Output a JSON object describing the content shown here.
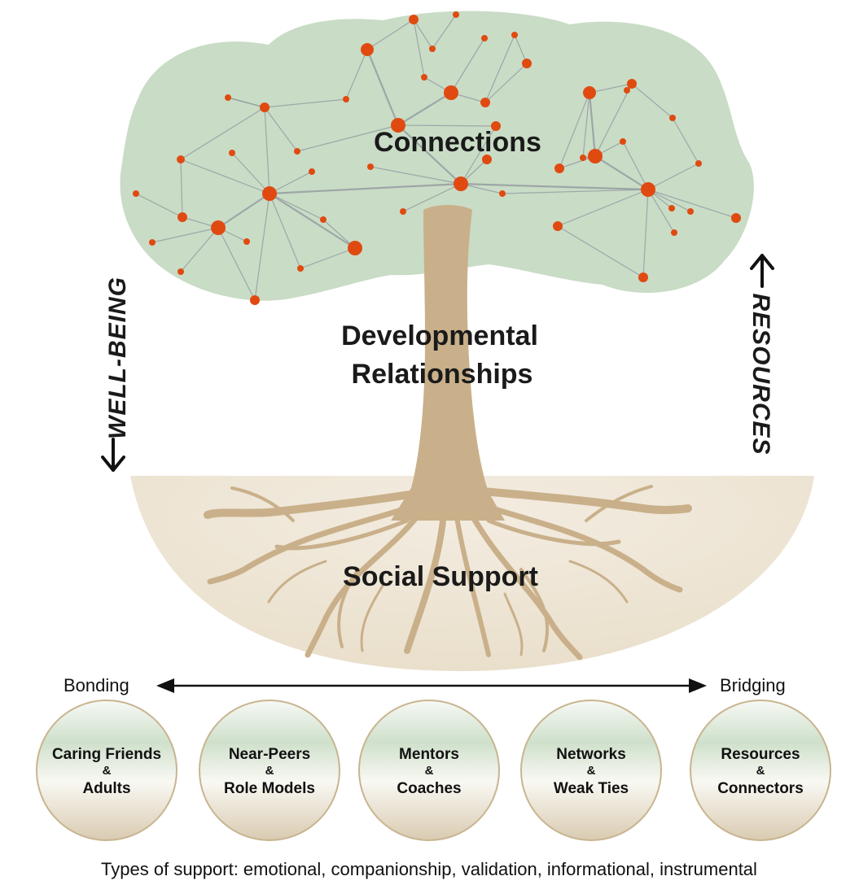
{
  "diagram": {
    "labels": {
      "canopy": "Connections",
      "trunk_line1": "Developmental",
      "trunk_line2": "Relationships",
      "roots": "Social Support",
      "left_arrow": "WELL-BEING",
      "right_arrow": "RESOURCES"
    },
    "spectrum": {
      "left": "Bonding",
      "right": "Bridging"
    },
    "support_circles": [
      {
        "top": "Caring Friends",
        "amp": "&",
        "bottom": "Adults"
      },
      {
        "top": "Near-Peers",
        "amp": "&",
        "bottom": "Role Models"
      },
      {
        "top": "Mentors",
        "amp": "&",
        "bottom": "Coaches"
      },
      {
        "top": "Networks",
        "amp": "&",
        "bottom": "Weak Ties"
      },
      {
        "top": "Resources",
        "amp": "&",
        "bottom": "Connectors"
      }
    ],
    "footer": "Types of support: emotional, companionship, validation, informational, instrumental",
    "colors": {
      "canopy": "#c9dcc6",
      "node": "#e04a10",
      "edge": "#8e959c",
      "trunk": "#c9b08a",
      "ground": "#efe6d6",
      "text": "#1a1a1a"
    }
  }
}
